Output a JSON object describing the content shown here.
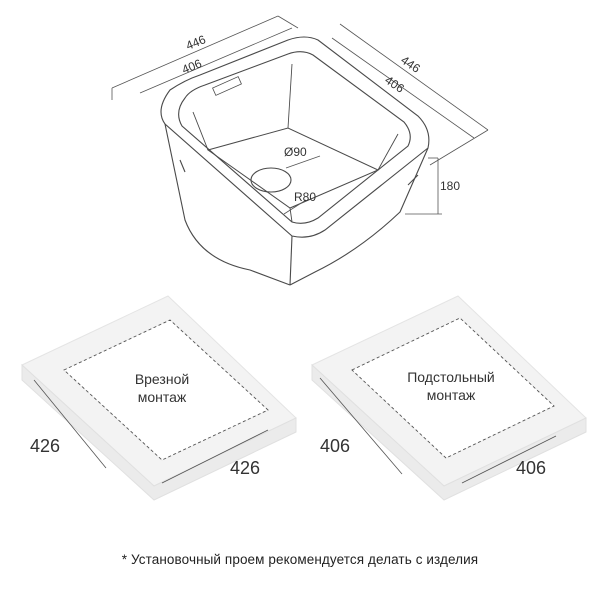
{
  "sink": {
    "width_outer": "446",
    "width_inner": "406",
    "depth_outer": "446",
    "depth_inner": "406",
    "height": "180",
    "drain_diameter": "Ø90",
    "corner_radius": "R80"
  },
  "inset_mount": {
    "label_line1": "Врезной",
    "label_line2": "монтаж",
    "dim_left": "426",
    "dim_right": "426"
  },
  "undermount": {
    "label_line1": "Подстольный",
    "label_line2": "монтаж",
    "dim_left": "406",
    "dim_right": "406"
  },
  "footnote": "* Установочный проем рекомендуется делать с изделия",
  "colors": {
    "line": "#555555",
    "panel_fill": "#f4f4f4",
    "panel_edge": "#e2e2e2",
    "text": "#222222"
  }
}
